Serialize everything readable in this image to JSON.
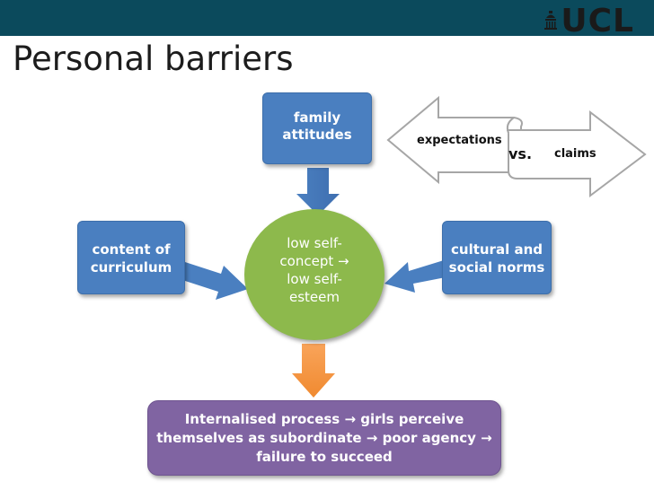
{
  "header": {
    "logo_text": "UCL",
    "title": "Personal barriers"
  },
  "diagram": {
    "top_box": [
      "family",
      "attitudes"
    ],
    "left_box": [
      "content of",
      "curriculum"
    ],
    "right_box": [
      "cultural and",
      "social norms"
    ],
    "center": [
      "low self-",
      "concept →",
      "low self-",
      "esteem"
    ],
    "bottom_box": [
      "Internalised process → girls perceive",
      "themselves as subordinate → poor agency →",
      "failure to succeed"
    ],
    "scroll_arrow": {
      "left_label": "expectations",
      "vs_label": "vs.",
      "right_label": "claims"
    }
  },
  "colors": {
    "header_bar": "#0b4a5c",
    "blue_box": "#4a7fc0",
    "center_circle": "#8db94c",
    "bottom_box": "#8064a2",
    "down_arrow_top": "#4a7fc0",
    "down_arrow_bottom": "#f79646"
  }
}
